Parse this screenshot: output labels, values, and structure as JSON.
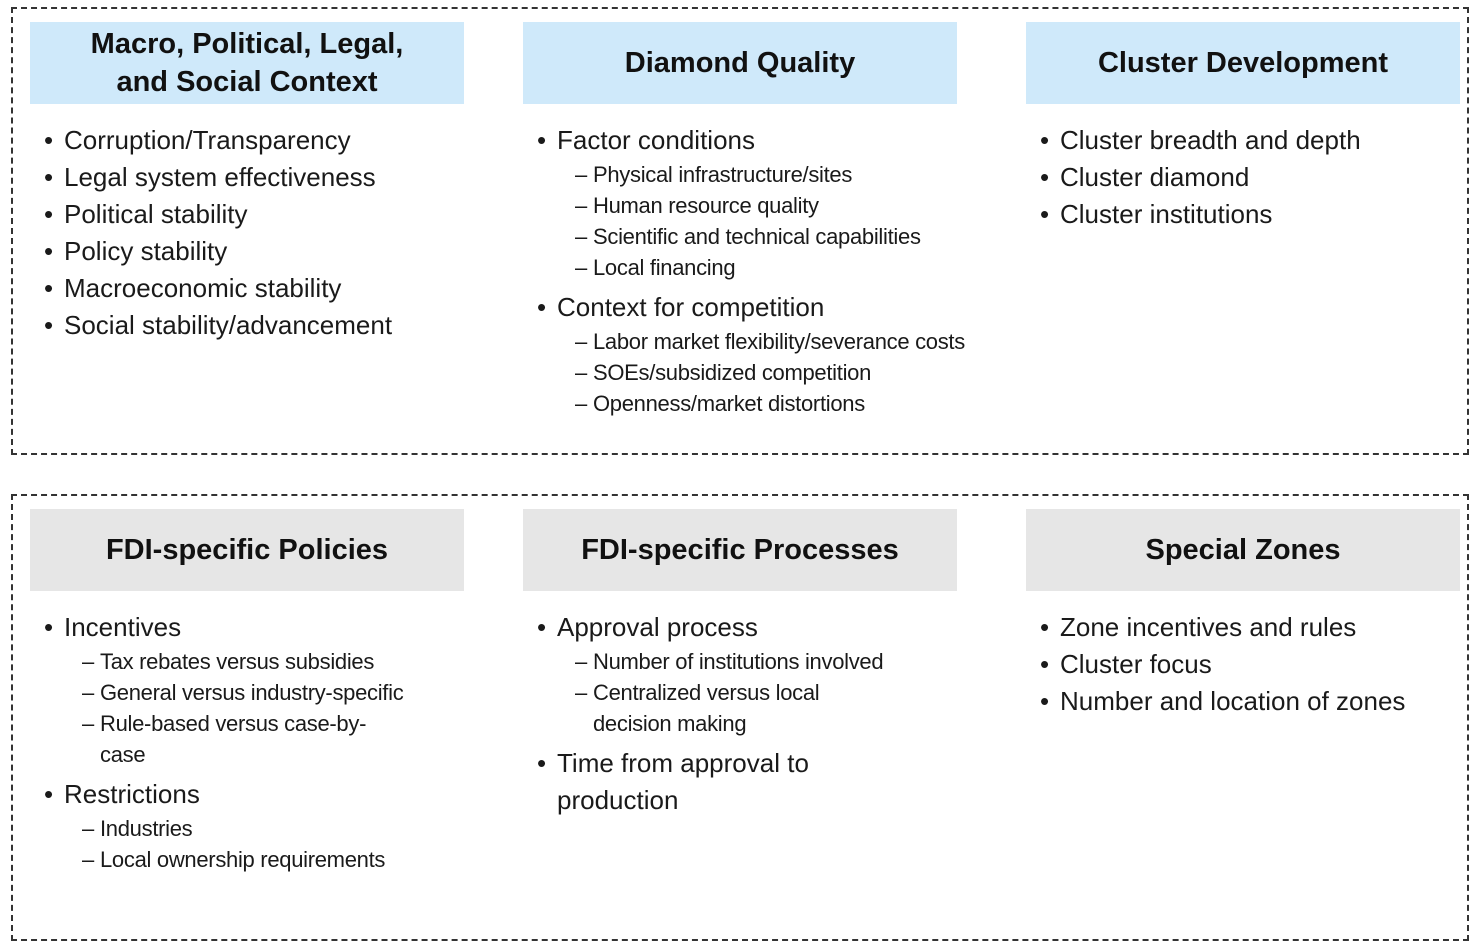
{
  "top_panel": {
    "columns": [
      {
        "title": "Macro, Political, Legal, and Social Context",
        "items": [
          {
            "text": "Corruption/Transparency"
          },
          {
            "text": "Legal system effectiveness"
          },
          {
            "text": "Political stability"
          },
          {
            "text": "Policy stability"
          },
          {
            "text": "Macroeconomic stability"
          },
          {
            "text": "Social stability/advancement"
          }
        ]
      },
      {
        "title": "Diamond Quality",
        "items": [
          {
            "text": "Factor conditions",
            "subitems": [
              "Physical infrastructure/sites",
              "Human resource quality",
              "Scientific and technical capabilities",
              "Local financing"
            ]
          },
          {
            "text": "Context for competition",
            "subitems": [
              "Labor market flexibility/severance costs",
              "SOEs/subsidized competition",
              "Openness/market distortions"
            ]
          }
        ]
      },
      {
        "title": "Cluster Development",
        "items": [
          {
            "text": "Cluster breadth and depth"
          },
          {
            "text": "Cluster diamond"
          },
          {
            "text": "Cluster institutions"
          }
        ]
      }
    ]
  },
  "bottom_panel": {
    "columns": [
      {
        "title": "FDI-specific Policies",
        "items": [
          {
            "text": "Incentives",
            "subitems": [
              "Tax rebates versus subsidies",
              "General versus industry-specific",
              "Rule-based versus case-by-case"
            ]
          },
          {
            "text": "Restrictions",
            "subitems": [
              "Industries",
              "Local ownership requirements"
            ]
          }
        ]
      },
      {
        "title": "FDI-specific Processes",
        "items": [
          {
            "text": "Approval process",
            "subitems": [
              "Number of institutions involved",
              "Centralized versus local decision making"
            ]
          },
          {
            "text": "Time from approval to production"
          }
        ]
      },
      {
        "title": "Special Zones",
        "items": [
          {
            "text": "Zone incentives and rules"
          },
          {
            "text": "Cluster focus"
          },
          {
            "text": "Number and location of zones"
          }
        ]
      }
    ]
  },
  "colors": {
    "top_header_fill": "#cfe9fa",
    "bottom_header_fill": "#e6e6e6",
    "border": "#333333",
    "text": "#1a1a1a"
  }
}
